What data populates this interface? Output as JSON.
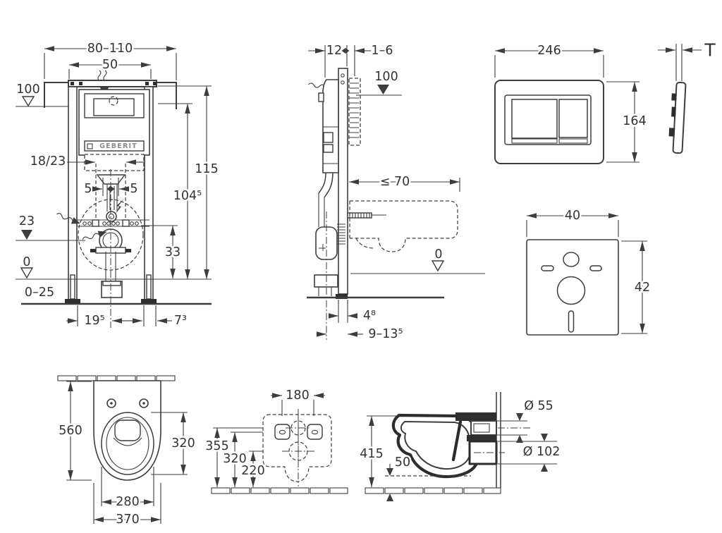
{
  "frame_front": {
    "width_range": "80–110",
    "inner_width": "50",
    "supply_level": "100",
    "height_total": "115",
    "height_bend": "104⁵",
    "stud_spacing": "18/23",
    "offset_left": "5",
    "offset_right": "5",
    "outlet_level": "23",
    "fixing_height": "33",
    "zero_level": "0",
    "floor_range": "0–25",
    "foot_offset": "19⁵",
    "foot_width": "7³",
    "brand": "GEBERIT"
  },
  "frame_side": {
    "frame_depth": "12",
    "wall_gap": "1–6",
    "supply_level": "100",
    "pan_depth_max": "≤ 70",
    "zero_level": "0",
    "rail_depth": "4⁸",
    "outlet_wall_distance": "9–13⁵"
  },
  "flush_plate": {
    "width": "246",
    "height": "164",
    "thickness": "T"
  },
  "sound_mat": {
    "width": "40",
    "height": "42"
  },
  "pan_top": {
    "length": "560",
    "bowl_length": "320",
    "bowl_width": "280",
    "width": "370"
  },
  "pan_rear": {
    "hole_spacing": "180",
    "inlet_height": "355",
    "hole_height": "320",
    "outlet_height": "220"
  },
  "pan_side": {
    "length": "415",
    "clearance": "50",
    "inlet_dia": "Ø 55",
    "outlet_dia": "Ø 102"
  }
}
